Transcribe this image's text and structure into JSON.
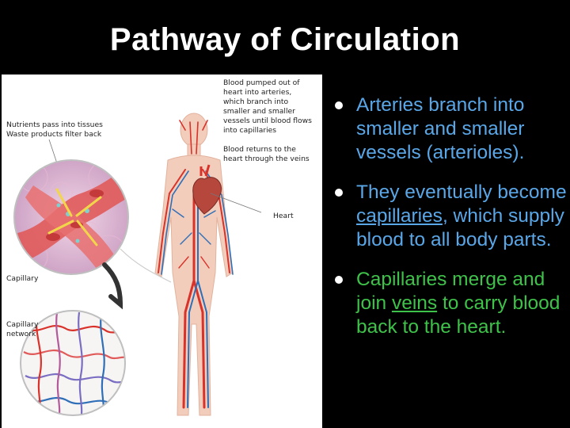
{
  "title": "Pathway of Circulation",
  "figure": {
    "label_arteries": "Blood pumped out of\nheart into arteries,\nwhich branch into\nsmaller and smaller\nvessels until blood flows\ninto capillaries",
    "label_veins": "Blood returns to the\nheart through the veins",
    "label_nutrients": "Nutrients pass into tissues\nWaste products filter back",
    "label_heart": "Heart",
    "label_capillary": "Capillary",
    "label_network": "Capillary\nnetwork"
  },
  "bullets": [
    {
      "text": "Arteries branch into smaller and smaller vessels (arterioles)."
    },
    {
      "pre": "They eventually become ",
      "link": "capillaries",
      "post": ", which supply blood to all body parts."
    },
    {
      "pre": "Capillaries merge and join ",
      "link": "veins",
      "post": " to carry blood back to the heart."
    }
  ],
  "colors": {
    "background": "#000000",
    "title": "#ffffff",
    "bullet_blue": "#5aa7e8",
    "bullet_green": "#3fc24a",
    "artery": "#d8322a",
    "vein": "#2f6fb8"
  }
}
